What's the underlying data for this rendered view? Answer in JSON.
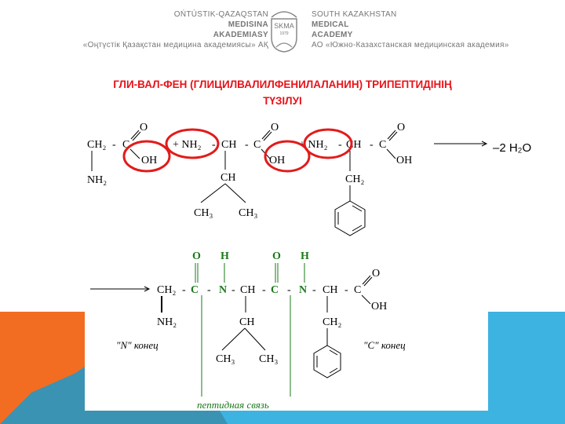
{
  "header": {
    "logo_left": [
      "OŃTÚSTIK-QAZAQSTAN",
      "MEDISINA",
      "AKADEMIASY",
      "«Оңтүстік Қазақстан медицина академиясы» АҚ"
    ],
    "logo_right": [
      "SOUTH KAZAKHSTAN",
      "MEDICAL",
      "ACADEMY",
      "АО «Южно-Казахстанская медицинская академия»"
    ],
    "emblem_text": "SKMA",
    "emblem_year": "1979"
  },
  "title": {
    "line1": "ГЛИ-ВАЛ-ФЕН (ГЛИЦИЛВАЛИЛФЕНИЛАЛАНИН) ТРИПЕПТИДІНІҢ",
    "line2": "ТҮЗІЛУІ"
  },
  "reaction": {
    "gly": {
      "ch2": "CH₂",
      "dash": "-",
      "c": "C",
      "o": "O",
      "oh": "OH",
      "nh2": "NH₂"
    },
    "val": {
      "plus_nh2": "+ NH₂",
      "dash": "-",
      "ch": "CH",
      "c": "C",
      "o": "O",
      "oh": "OH",
      "side_ch": "CH",
      "ch3a": "CH₃",
      "ch3b": "CH₃"
    },
    "phe": {
      "plus_nh2": "+ NH₂",
      "dash": "-",
      "ch": "CH",
      "c": "C",
      "o": "O",
      "oh": "OH",
      "side_ch2": "CH₂"
    },
    "water": "–2 H₂O"
  },
  "product": {
    "ch2": "CH₂",
    "c1": "C",
    "n1": "N",
    "ch_val": "CH",
    "c2": "C",
    "n2": "N",
    "ch_phe": "CH",
    "c3": "C",
    "o_top1": "O",
    "h_top1": "H",
    "o_top2": "O",
    "h_top2": "H",
    "o_end": "O",
    "oh_end": "OH",
    "nh2": "NH₂",
    "val_ch": "CH",
    "ch3a": "CH₃",
    "ch3b": "CH₃",
    "phe_ch2": "CH₂",
    "n_end": "\"N\" конец",
    "c_end": "\"C\" конец",
    "peptide_bond": "пептидная связь",
    "dash": "-"
  },
  "colors": {
    "orange": "#f26d21",
    "teal": "#3a93b2",
    "blue": "#3cb3e0",
    "title_red": "#e8131a",
    "green": "#1a7a1a"
  }
}
